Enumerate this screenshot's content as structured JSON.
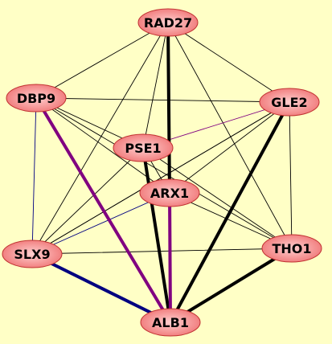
{
  "background": "#ffffc6",
  "node_fill": "#f07878",
  "node_highlight": "#ffd0d0",
  "node_stroke": "#c03030",
  "nodes": [
    {
      "id": "RAD27",
      "label": "RAD27"
    },
    {
      "id": "DBP9",
      "label": "DBP9"
    },
    {
      "id": "GLE2",
      "label": "GLE2"
    },
    {
      "id": "PSE1",
      "label": "PSE1"
    },
    {
      "id": "ARX1",
      "label": "ARX1"
    },
    {
      "id": "SLX9",
      "label": "SLX9"
    },
    {
      "id": "THO1",
      "label": "THO1"
    },
    {
      "id": "ALB1",
      "label": "ALB1"
    }
  ],
  "edges": [
    {
      "from": "RAD27",
      "to": "DBP9",
      "color": "#000000",
      "weight": "thin"
    },
    {
      "from": "RAD27",
      "to": "GLE2",
      "color": "#000000",
      "weight": "thin"
    },
    {
      "from": "RAD27",
      "to": "PSE1",
      "color": "#000000",
      "weight": "thin"
    },
    {
      "from": "RAD27",
      "to": "ARX1",
      "color": "#000000",
      "weight": "thick"
    },
    {
      "from": "RAD27",
      "to": "SLX9",
      "color": "#000000",
      "weight": "thin"
    },
    {
      "from": "RAD27",
      "to": "THO1",
      "color": "#000000",
      "weight": "thin"
    },
    {
      "from": "RAD27",
      "to": "ALB1",
      "color": "#000000",
      "weight": "thin"
    },
    {
      "from": "DBP9",
      "to": "GLE2",
      "color": "#000000",
      "weight": "thin"
    },
    {
      "from": "DBP9",
      "to": "PSE1",
      "color": "#000000",
      "weight": "thin"
    },
    {
      "from": "DBP9",
      "to": "ARX1",
      "color": "#000000",
      "weight": "thin"
    },
    {
      "from": "DBP9",
      "to": "SLX9",
      "color": "#000080",
      "weight": "thin"
    },
    {
      "from": "DBP9",
      "to": "THO1",
      "color": "#000000",
      "weight": "thin"
    },
    {
      "from": "DBP9",
      "to": "ALB1",
      "color": "#800080",
      "weight": "thick"
    },
    {
      "from": "GLE2",
      "to": "PSE1",
      "color": "#800080",
      "weight": "thin"
    },
    {
      "from": "GLE2",
      "to": "ARX1",
      "color": "#000000",
      "weight": "thin"
    },
    {
      "from": "GLE2",
      "to": "SLX9",
      "color": "#000000",
      "weight": "thin"
    },
    {
      "from": "GLE2",
      "to": "THO1",
      "color": "#000000",
      "weight": "thin"
    },
    {
      "from": "GLE2",
      "to": "ALB1",
      "color": "#000000",
      "weight": "thick"
    },
    {
      "from": "PSE1",
      "to": "ARX1",
      "color": "#000000",
      "weight": "thin"
    },
    {
      "from": "PSE1",
      "to": "SLX9",
      "color": "#000000",
      "weight": "thin"
    },
    {
      "from": "PSE1",
      "to": "THO1",
      "color": "#000000",
      "weight": "thin"
    },
    {
      "from": "PSE1",
      "to": "ALB1",
      "color": "#000000",
      "weight": "thick"
    },
    {
      "from": "ARX1",
      "to": "SLX9",
      "color": "#000080",
      "weight": "thin"
    },
    {
      "from": "ARX1",
      "to": "THO1",
      "color": "#000000",
      "weight": "thin"
    },
    {
      "from": "ARX1",
      "to": "ALB1",
      "color": "#800080",
      "weight": "thick"
    },
    {
      "from": "SLX9",
      "to": "THO1",
      "color": "#000000",
      "weight": "thin"
    },
    {
      "from": "SLX9",
      "to": "ALB1",
      "color": "#000080",
      "weight": "thick"
    },
    {
      "from": "THO1",
      "to": "ALB1",
      "color": "#000000",
      "weight": "thick"
    },
    {
      "from": "GLE2",
      "to": "SLX9",
      "color": "#000000",
      "weight": "thin"
    }
  ]
}
